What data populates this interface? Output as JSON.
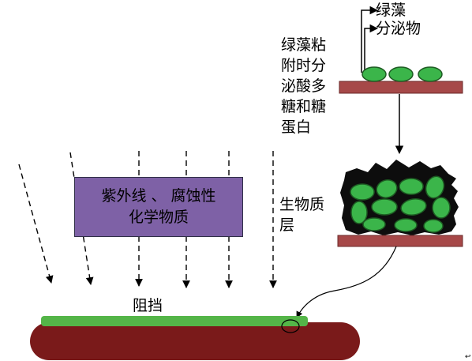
{
  "labels": {
    "algae_secretion": "绿藻\n分泌物",
    "attach_secretion": "绿藻粘\n附时分\n泌酸多\n糖和糖\n蛋白",
    "uv_corrosive": "紫外线 、 腐蚀性\n化学物质",
    "biomass_layer": "生物质\n层",
    "block": "阻挡",
    "corner_mark": "↩"
  },
  "colors": {
    "algae_green": "#3bb54a",
    "substrate_red": "#a64848",
    "base_dark_red": "#7a1a1a",
    "film_green": "#54b548",
    "uv_box_fill": "#7e61a6",
    "biomass_black": "#0d0d0d"
  }
}
